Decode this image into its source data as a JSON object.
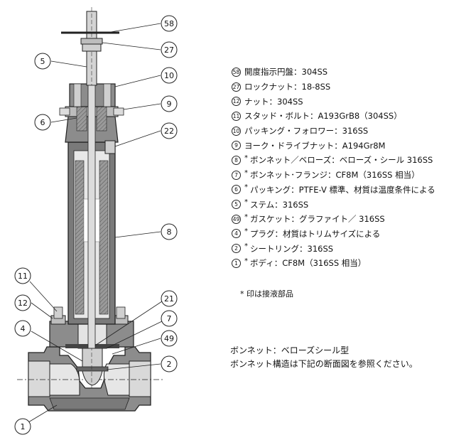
{
  "callouts": [
    "58",
    "27",
    "5",
    "10",
    "9",
    "6",
    "22",
    "8",
    "11",
    "12",
    "4",
    "21",
    "7",
    "49",
    "2",
    "1"
  ],
  "parts": [
    {
      "num": "58",
      "star": "",
      "text": "開度指示円盤：304SS"
    },
    {
      "num": "27",
      "star": "",
      "text": "ロックナット：18-8SS"
    },
    {
      "num": "12",
      "star": "",
      "text": "ナット：304SS"
    },
    {
      "num": "11",
      "star": "",
      "text": "スタッド・ボルト：A193GrB8（304SS）"
    },
    {
      "num": "10",
      "star": "",
      "text": "パッキング・フォロワー：316SS"
    },
    {
      "num": "9",
      "star": "",
      "text": "ヨーク・ドライブナット：A194Gr8M"
    },
    {
      "num": "8",
      "star": "*",
      "text": "ボンネット／ベローズ：ベローズ・シール 316SS"
    },
    {
      "num": "7",
      "star": "*",
      "text": "ボンネット･フランジ：CF8M（316SS 相当）"
    },
    {
      "num": "6",
      "star": "*",
      "text": "パッキング：PTFE-V 標準、材質は温度条件による"
    },
    {
      "num": "5",
      "star": "*",
      "text": "ステム：316SS"
    },
    {
      "num": "49",
      "star": "*",
      "text": "ガスケット：グラファイト／ 316SS"
    },
    {
      "num": "4",
      "star": "*",
      "text": "プラグ：材質はトリムサイズによる"
    },
    {
      "num": "2",
      "star": "*",
      "text": "シートリング：316SS"
    },
    {
      "num": "1",
      "star": "*",
      "text": "ボディ：CF8M（316SS 相当）"
    }
  ],
  "note": "* 印は接液部品",
  "description": {
    "line1": "ボンネット：ベローズシール型",
    "line2": "ボンネット構造は下記の断面図を参照ください。"
  }
}
